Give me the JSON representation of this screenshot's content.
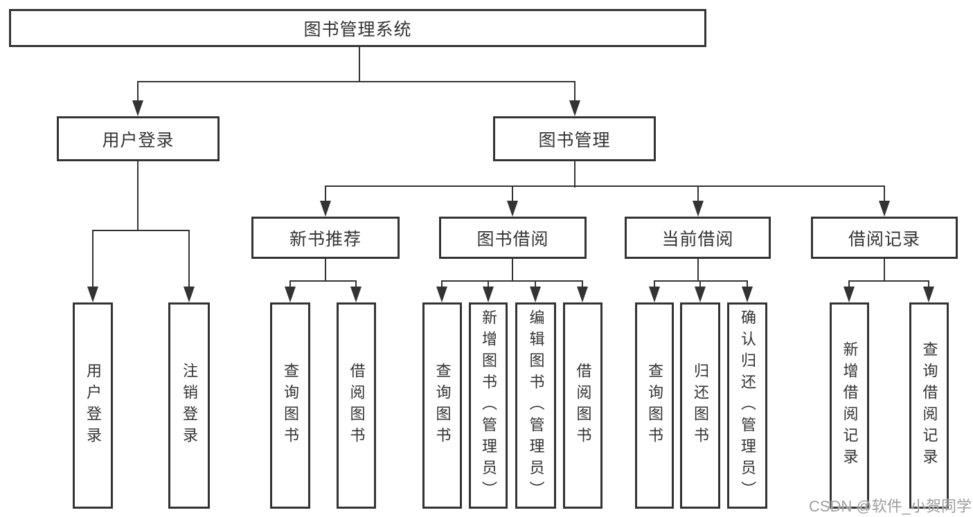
{
  "colors": {
    "line": "#333333",
    "text": "#333333",
    "watermark_text": "#9e9e9e"
  },
  "tree": {
    "label": "图书管理系统",
    "children": [
      {
        "label": "用户登录",
        "children": [
          {
            "label": "用户登录"
          },
          {
            "label": "注销登录"
          }
        ]
      },
      {
        "label": "图书管理",
        "children": [
          {
            "label": "新书推荐",
            "children": [
              {
                "label": "查询图书"
              },
              {
                "label": "借阅图书"
              }
            ]
          },
          {
            "label": "图书借阅",
            "children": [
              {
                "label": "查询图书"
              },
              {
                "label": "新增图书（管理员）"
              },
              {
                "label": "编辑图书（管理员）"
              },
              {
                "label": "借阅图书"
              }
            ]
          },
          {
            "label": "当前借阅",
            "children": [
              {
                "label": "查询图书"
              },
              {
                "label": "归还图书"
              },
              {
                "label": "确认归还（管理员）"
              }
            ]
          },
          {
            "label": "借阅记录",
            "children": [
              {
                "label": "新增借阅记录"
              },
              {
                "label": "查询借阅记录"
              }
            ]
          }
        ]
      }
    ]
  },
  "watermark": "CSDN @软件_小贺同学"
}
